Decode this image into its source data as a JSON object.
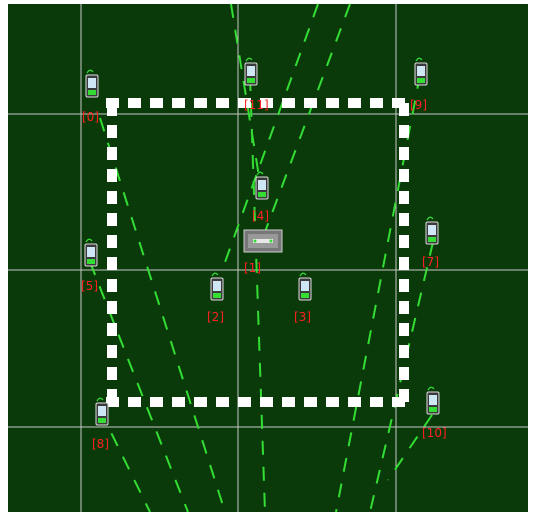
{
  "canvas": {
    "background_color": "#0a3a0a",
    "grid_color": "#c8c8c8",
    "wall_color": "#ffffff",
    "beam_color": "#33dd33",
    "label_color": "#ff2020"
  },
  "nodes": [
    {
      "id": "node-0",
      "label": "[0]",
      "icon": "phone-icon"
    },
    {
      "id": "node-11",
      "label": "[11]",
      "icon": "phone-icon"
    },
    {
      "id": "node-9",
      "label": "[9]",
      "icon": "phone-icon"
    },
    {
      "id": "node-4",
      "label": "[4]",
      "icon": "phone-icon"
    },
    {
      "id": "node-1",
      "label": "[1]",
      "icon": "access-point-icon"
    },
    {
      "id": "node-7",
      "label": "[7]",
      "icon": "phone-icon"
    },
    {
      "id": "node-5",
      "label": "[5]",
      "icon": "phone-icon"
    },
    {
      "id": "node-2",
      "label": "[2]",
      "icon": "phone-icon"
    },
    {
      "id": "node-3",
      "label": "[3]",
      "icon": "phone-icon"
    },
    {
      "id": "node-8",
      "label": "[8]",
      "icon": "phone-icon"
    },
    {
      "id": "node-10",
      "label": "[10]",
      "icon": "phone-icon"
    }
  ]
}
